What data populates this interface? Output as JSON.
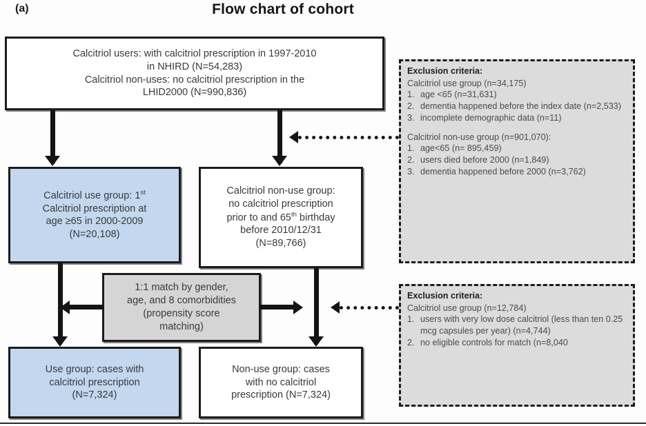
{
  "figure": {
    "panel_letter": "(a)",
    "title": "Flow chart of cohort"
  },
  "colors": {
    "cohort_highlight": "#c3d7ef",
    "process_box": "#d5d5d5",
    "exclusion_box": "#dcdcdc",
    "stroke": "#1b1b1b"
  },
  "nodes": {
    "source": {
      "line1": "Calcitriol users: with calcitriol prescription in 1997-2010",
      "line2": "in NHIRD (N=54,283)",
      "line3": "Calcitriol non-uses: no calcitriol prescription in the",
      "line4": "LHID2000 (N=990,836)"
    },
    "use_group": {
      "line1": "Calcitriol use group: 1",
      "line1_sup": "st",
      "line2": "Calcitriol prescription at",
      "line3": "age ≥65 in 2000-2009",
      "line4": "(N=20,108)"
    },
    "nonuse_group": {
      "line1": "Calcitriol non-use group:",
      "line2": "no calcitriol prescription",
      "line3a": "prior to and 65",
      "line3_sup": "th",
      "line3b": " birthday",
      "line4": "before 2010/12/31",
      "line5": "(N=89,766)"
    },
    "matching": {
      "line1": "1:1 match by gender,",
      "line2": "age, and 8 comorbidities",
      "line3": "(propensity score",
      "line4": "matching)"
    },
    "final_use": {
      "line1": "Use group: cases with",
      "line2": "calcitriol prescription",
      "line3": "(N=7,324)"
    },
    "final_nonuse": {
      "line1": "Non-use group: cases",
      "line2": "with no calcitriol",
      "line3": "prescription (N=7,324)"
    }
  },
  "exclusions": {
    "first": {
      "title": "Exclusion criteria:",
      "group_a_header": "Calcitriol use group (n=34,175)",
      "group_a_items": [
        {
          "num": "1.",
          "text": "age <65 (n=31,631)"
        },
        {
          "num": "2.",
          "text": "dementia happened before the index date  (n=2,533)"
        },
        {
          "num": "3.",
          "text": "incomplete demographic data (n=11)"
        }
      ],
      "group_b_header": "Calcitriol non-use group (n=901,070):",
      "group_b_items": [
        {
          "num": "1.",
          "text": "age<65 (n= 895,459)"
        },
        {
          "num": "2.",
          "text": "users died before 2000 (n=1,849)"
        },
        {
          "num": "3.",
          "text": "dementia happened  before 2000 (n=3,762)"
        }
      ]
    },
    "second": {
      "title": "Exclusion criteria:",
      "group_a_header": "Calcitriol use group (n=12,784)",
      "group_a_items": [
        {
          "num": "1.",
          "text": "users with very low dose calcitriol (less than ten 0.25 mcg capsules per year) (n=4,744)"
        },
        {
          "num": "2.",
          "text": "no eligible controls for match (n=8,040"
        }
      ]
    }
  }
}
